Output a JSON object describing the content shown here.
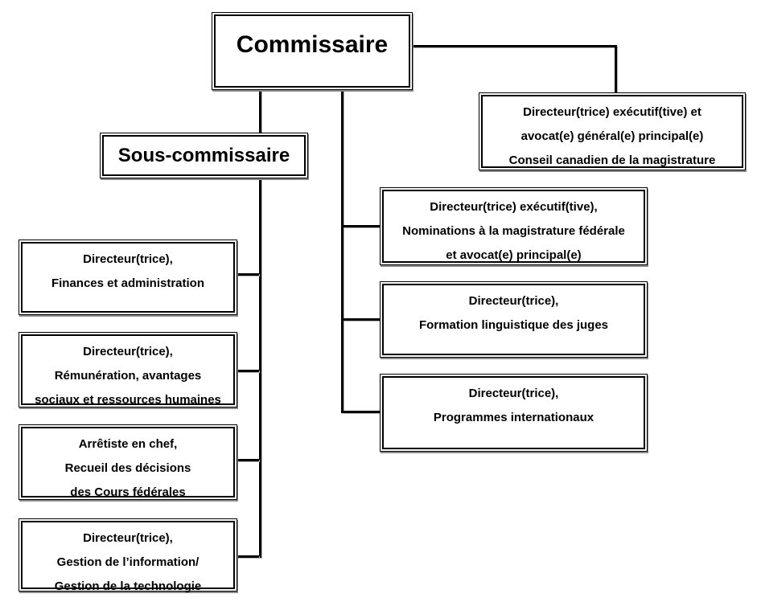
{
  "colors": {
    "background": "#ffffff",
    "box_border": "#000000",
    "box_shadow": "#8a8a8a",
    "connector": "#000000",
    "text": "#000000"
  },
  "nodes": {
    "commissaire": {
      "lines": [
        "Commissaire"
      ]
    },
    "sous_commissaire": {
      "lines": [
        "Sous-commissaire"
      ]
    },
    "finances": {
      "lines": [
        "Directeur(trice),",
        "Finances et administration"
      ]
    },
    "remuneration": {
      "lines": [
        "Directeur(trice),",
        "Rémunération, avantages",
        "sociaux et ressources humaines"
      ]
    },
    "arretiste": {
      "lines": [
        "Arrêtiste en chef,",
        "Recueil des décisions",
        "des Cours fédérales"
      ]
    },
    "gestion_information": {
      "lines": [
        "Directeur(trice),",
        "Gestion de l’information/",
        "Gestion de la technologie"
      ]
    },
    "conseil_magistrature": {
      "lines": [
        "Directeur(trice) exécutif(tive) et",
        "avocat(e) général(e) principal(e)",
        "Conseil canadien de la magistrature"
      ]
    },
    "nominations": {
      "lines": [
        "Directeur(trice) exécutif(tive),",
        "Nominations à la magistrature fédérale",
        "et avocat(e) principal(e)"
      ]
    },
    "formation_linguistique": {
      "lines": [
        "Directeur(trice),",
        "Formation linguistique des juges"
      ]
    },
    "programmes_internationaux": {
      "lines": [
        "Directeur(trice),",
        "Programmes internationaux"
      ]
    }
  },
  "hierarchy": {
    "commissaire": [
      "sous_commissaire",
      "conseil_magistrature",
      "nominations",
      "formation_linguistique",
      "programmes_internationaux"
    ],
    "sous_commissaire": [
      "finances",
      "remuneration",
      "arretiste",
      "gestion_information"
    ]
  }
}
